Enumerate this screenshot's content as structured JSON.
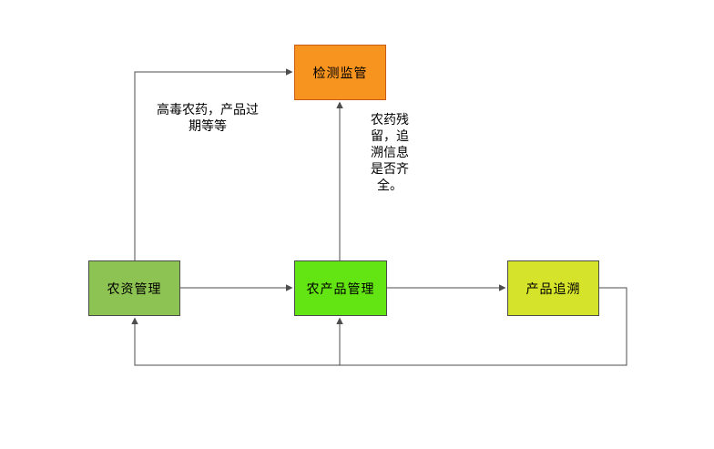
{
  "diagram": {
    "type": "flowchart",
    "background": "#FFFFFF",
    "connector_color": "#4D4D4D",
    "text_color": "#000000",
    "nodes": {
      "inspection": {
        "label": "检测监管",
        "fill": "#F79420",
        "border": "#C95B17"
      },
      "agri_materials": {
        "label": "农资管理",
        "fill": "#8DC352",
        "border": "#4B4B4B"
      },
      "agri_products": {
        "label": "农产品管理",
        "fill": "#62E512",
        "border": "#4B4B4B"
      },
      "traceability": {
        "label": "产品追溯",
        "fill": "#D6E32B",
        "border": "#4B4B4B"
      }
    },
    "annotations": {
      "left_note": {
        "text": "高毒农药，产品过\n期等等",
        "full_text": "高毒农药，产品过期等等"
      },
      "right_note": {
        "text": "农药残\n留，追\n溯信息\n是否齐\n全。",
        "full_text": "农药残留，追溯信息是否齐全。"
      }
    },
    "edges": [
      {
        "from": "agri_materials",
        "to": "inspection",
        "note": "left_note"
      },
      {
        "from": "agri_products",
        "to": "inspection",
        "note": "right_note"
      },
      {
        "from": "agri_materials",
        "to": "agri_products"
      },
      {
        "from": "agri_products",
        "to": "traceability"
      },
      {
        "from": "traceability",
        "to": "agri_materials"
      },
      {
        "from": "traceability",
        "to": "agri_products"
      }
    ]
  }
}
